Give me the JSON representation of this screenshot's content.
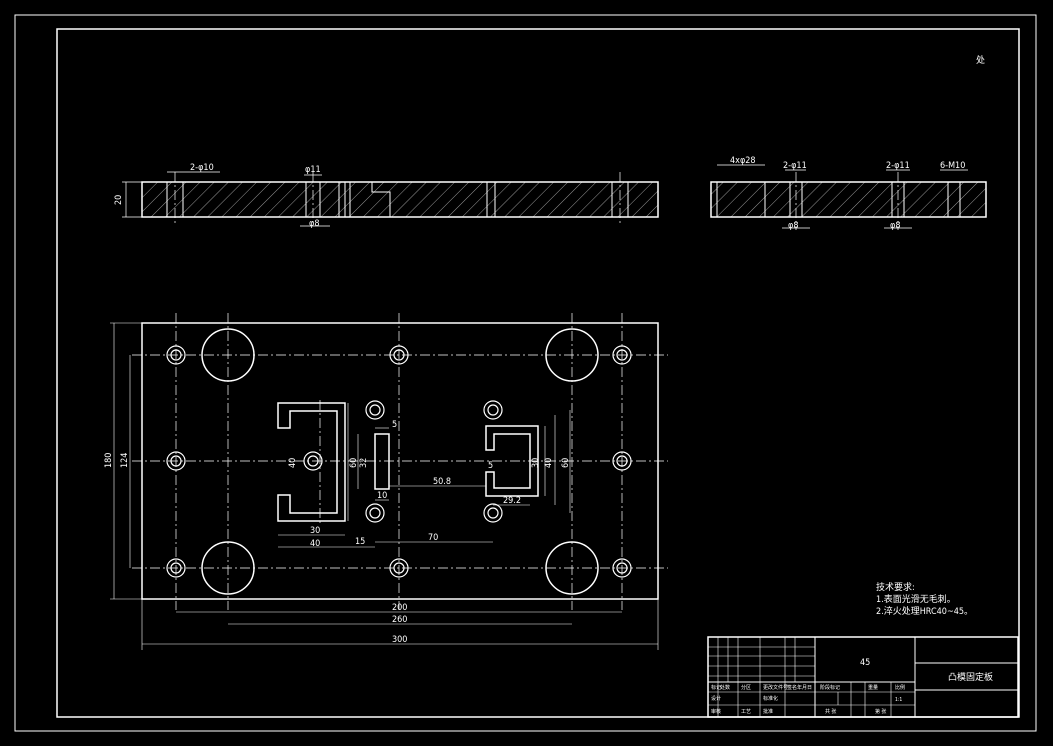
{
  "corner_mark": "处",
  "front_section": {
    "labels": {
      "height": "20",
      "holes_a": "2-φ10",
      "hole_b": "φ11",
      "hole_c": "φ8"
    }
  },
  "side_section": {
    "labels": {
      "holes_a": "4xφ28",
      "holes_b": "2-φ11",
      "holes_c": "2-φ11",
      "holes_d": "6-M10",
      "hole_e": "φ8",
      "hole_f": "φ8"
    }
  },
  "plan_view": {
    "dims": {
      "h180": "180",
      "h124": "124",
      "w200": "200",
      "w260": "260",
      "w300": "300",
      "d30": "30",
      "d40": "40",
      "d15": "15",
      "d70": "70",
      "d50_8": "50.8",
      "d5a": "5",
      "d5b": "5",
      "d10": "10",
      "d32": "32",
      "d60a": "60",
      "d40v": "40",
      "d30v": "30",
      "d40v2": "40",
      "d60b": "60",
      "d29_2": "29.2"
    }
  },
  "tech_notes": {
    "title": "技术要求:",
    "line1": "1.表面光滑无毛刺。",
    "line2": "2.淬火处理HRC40~45。"
  },
  "title_block": {
    "material": "45",
    "part_name": "凸模固定板",
    "cells": [
      "标记",
      "处数",
      "分区",
      "更改文件号",
      "签名",
      "年月日",
      "设计",
      "标准化",
      "阶段标记",
      "重量",
      "比例",
      "审核",
      "工艺",
      "批准",
      "共 张",
      "第 张",
      "1:1"
    ]
  }
}
